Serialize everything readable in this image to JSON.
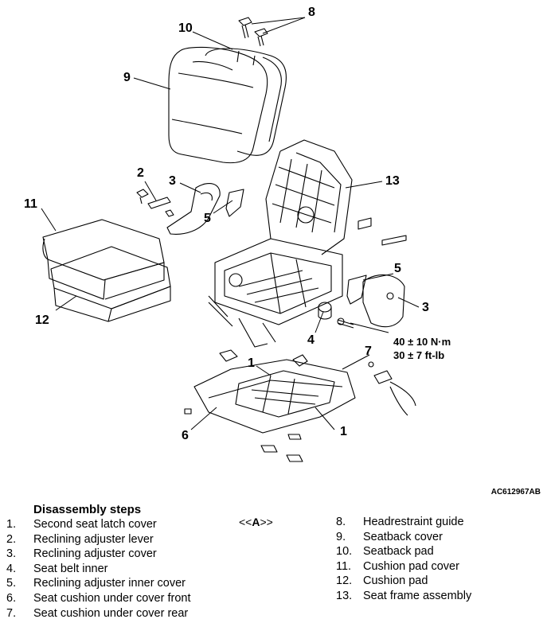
{
  "callouts": {
    "c8": "8",
    "c10": "10",
    "c9": "9",
    "c13": "13",
    "c2": "2",
    "c3a": "3",
    "c11": "11",
    "c5a": "5",
    "c12": "12",
    "c5b": "5",
    "c3b": "3",
    "c4": "4",
    "c7": "7",
    "c1a": "1",
    "c1b": "1",
    "c6": "6"
  },
  "torque": {
    "nm": "40 ± 10 N·m",
    "ftlb": "30 ± 7 ft-lb"
  },
  "figure_code": "AC612967AB",
  "steps_title": "Disassembly steps",
  "reference": {
    "open": "<<",
    "letter": "A",
    "close": ">>"
  },
  "steps_left": [
    {
      "num": "1.",
      "label": "Second seat latch cover"
    },
    {
      "num": "2.",
      "label": "Reclining adjuster lever"
    },
    {
      "num": "3.",
      "label": "Reclining adjuster cover"
    },
    {
      "num": "4.",
      "label": "Seat belt inner"
    },
    {
      "num": "5.",
      "label": "Reclining adjuster inner cover"
    },
    {
      "num": "6.",
      "label": "Seat cushion under cover front"
    },
    {
      "num": "7.",
      "label": "Seat cushion under cover rear"
    }
  ],
  "steps_right": [
    {
      "num": "8.",
      "label": "Headrestraint guide"
    },
    {
      "num": "9.",
      "label": "Seatback cover"
    },
    {
      "num": "10.",
      "label": "Seatback pad"
    },
    {
      "num": "11.",
      "label": "Cushion pad cover"
    },
    {
      "num": "12.",
      "label": "Cushion pad"
    },
    {
      "num": "13.",
      "label": "Seat frame assembly"
    }
  ]
}
